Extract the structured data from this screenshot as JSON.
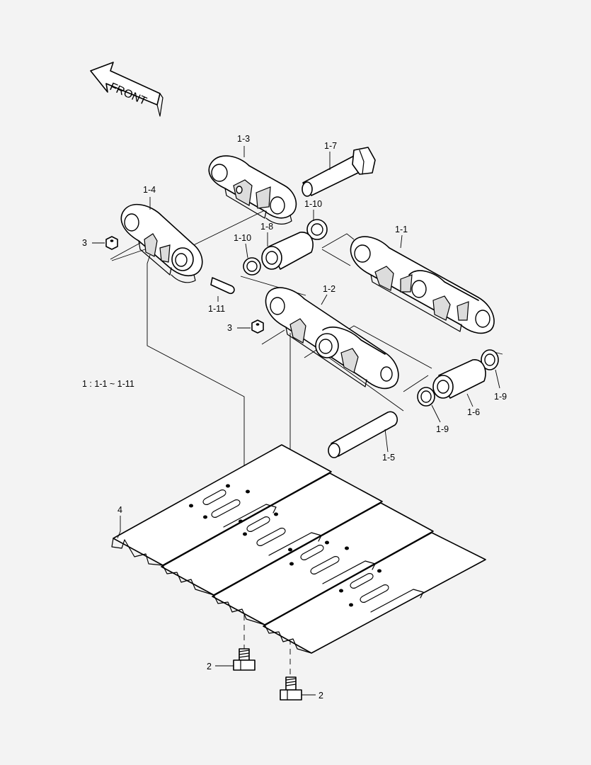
{
  "front_arrow": {
    "text": "FRONT"
  },
  "labels": {
    "p1_3": "1-3",
    "p1_7": "1-7",
    "p1_4": "1-4",
    "p1_10a": "1-10",
    "p1_8": "1-8",
    "p1_10b": "1-10",
    "p1_1": "1-1",
    "p3a": "3",
    "p1_11": "1-11",
    "p1_2": "1-2",
    "p3b": "3",
    "p1_9a": "1-9",
    "p1_6": "1-6",
    "p1_9b": "1-9",
    "p1_5": "1-5",
    "p4": "4",
    "p2a": "2",
    "p2b": "2"
  },
  "assembly_note": "1 : 1-1 ~ 1-11"
}
